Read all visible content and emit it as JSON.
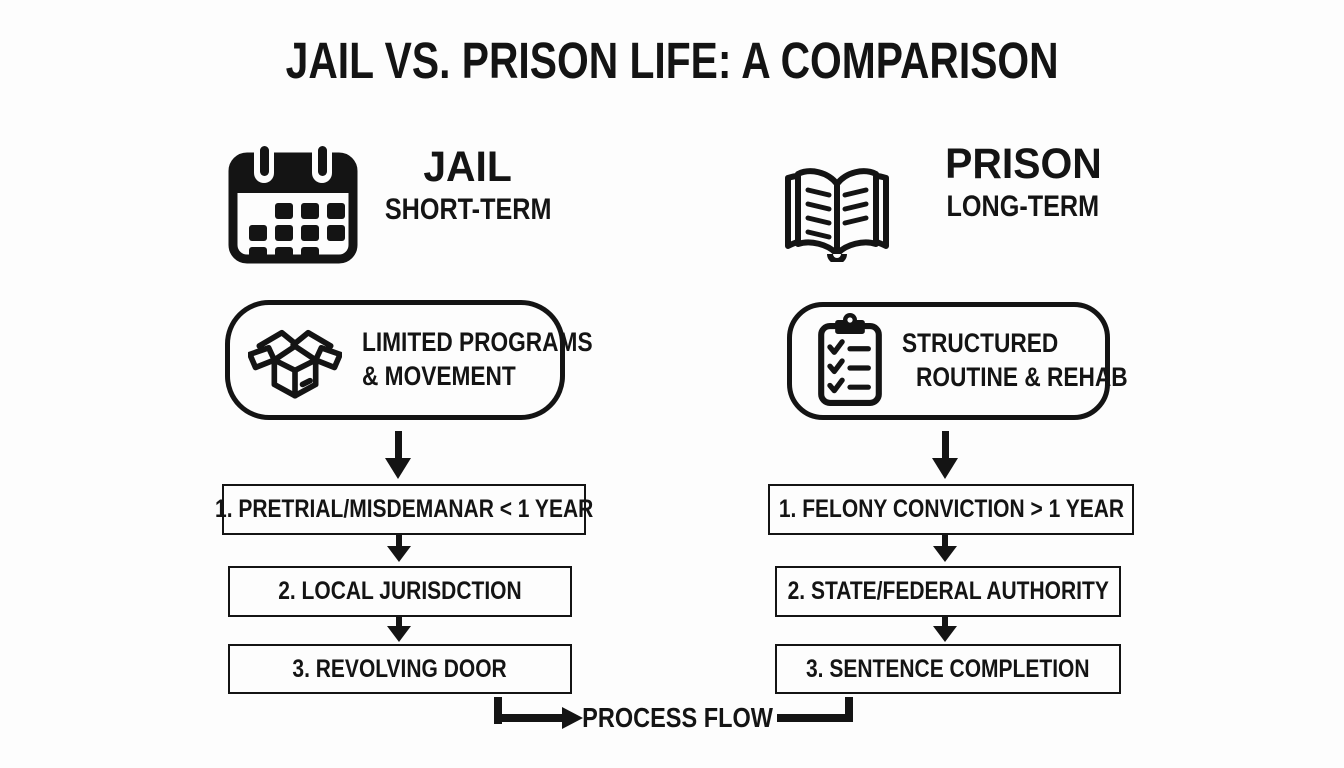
{
  "title": "JAIL VS. PRISON LIFE: A COMPARISON",
  "columns": {
    "jail": {
      "name": "JAIL",
      "term": "SHORT-TERM",
      "header_icon": "calendar-icon",
      "feature": {
        "icon": "open-box-icon",
        "line1": "LIMITED PROGRAMS",
        "line2": "& MOVEMENT"
      },
      "steps": [
        "1. PRETRIAL/MISDEMANAR < 1 YEAR",
        "2. LOCAL JURISDCTION",
        "3. REVOLVING DOOR"
      ]
    },
    "prison": {
      "name": "PRISON",
      "term": "LONG-TERM",
      "header_icon": "open-book-icon",
      "feature": {
        "icon": "checklist-clipboard-icon",
        "line1": "STRUCTURED",
        "line2": "ROUTINE & REHAB"
      },
      "steps": [
        "1. FELONY CONVICTION > 1 YEAR",
        "2. STATE/FEDERAL AUTHORITY",
        "3. SENTENCE COMPLETION"
      ]
    }
  },
  "footer": {
    "label": "PROCESS FLOW"
  },
  "colors": {
    "ink": "#141414",
    "background": "#fdfdfd"
  }
}
